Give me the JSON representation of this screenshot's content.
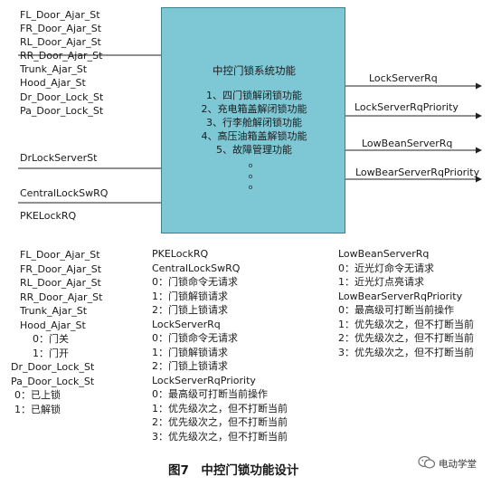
{
  "diagram": {
    "box": {
      "title": "中控门锁系统功能",
      "functions": [
        "1、四门锁解闭锁功能",
        "2、充电箱盖解闭锁功能",
        "3、行李舱解闭锁功能",
        "4、高压油箱盖解锁功能",
        "5、故障管理功能"
      ],
      "ellipsis": [
        "。",
        "。",
        "。"
      ]
    },
    "inputs": {
      "group1": [
        "FL_Door_Ajar_St",
        "FR_Door_Ajar_St",
        "RL_Door_Ajar_St",
        "RR_Door_Ajar_St",
        "Trunk_Ajar_St",
        "Hood_Ajar_St",
        "Dr_Door_Lock_St",
        "Pa_Door_Lock_St"
      ],
      "dr_lock_server": "DrLockServerSt",
      "central_lock_sw": "CentralLockSwRQ",
      "pke_lock": "PKELockRQ"
    },
    "outputs": [
      "LockServerRq",
      "LockServerRqPriority",
      "LowBeanServerRq",
      "LowBearServerRqPriority"
    ]
  },
  "definitions": {
    "col1": [
      "FL_Door_Ajar_St",
      "FR_Door_Ajar_St",
      "RL_Door_Ajar_St",
      "RR_Door_Ajar_St",
      "Trunk_Ajar_St",
      "Hood_Ajar_St",
      "0：门关",
      "1：门开",
      "Dr_Door_Lock_St",
      "Pa_Door_Lock_St",
      "0：已上锁",
      "1：已解锁"
    ],
    "col2": [
      "PKELockRQ",
      "CentralLockSwRQ",
      "0：门锁命令无请求",
      "1：门锁解锁请求",
      "2：门锁上锁请求",
      "LockServerRq",
      "0：门锁命令无请求",
      "1：门锁解锁请求",
      "2：门锁上锁请求",
      "LockServerRqPriority",
      "0：最高级可打断当前操作",
      "1：优先级次之，但不打断当前",
      "2：优先级次之，但不打断当前",
      "3：优先级次之，但不打断当前"
    ],
    "col3": [
      "LowBeanServerRq",
      "0：近光灯命令无请求",
      "1：近光灯点亮请求",
      "LowBearServerRqPriority",
      "0：最高级可打断当前操作",
      "1：优先级次之，但不打断当前",
      "2：优先级次之，但不打断当前",
      "3：优先级次之，但不打断当前"
    ]
  },
  "caption": "图7　中控门锁功能设计",
  "watermark": {
    "icon": "wechat-icon",
    "text": "电动学堂"
  },
  "colors": {
    "box_fill": "#7ec8d6",
    "box_border": "#3d7f8f",
    "line": "#222222"
  }
}
